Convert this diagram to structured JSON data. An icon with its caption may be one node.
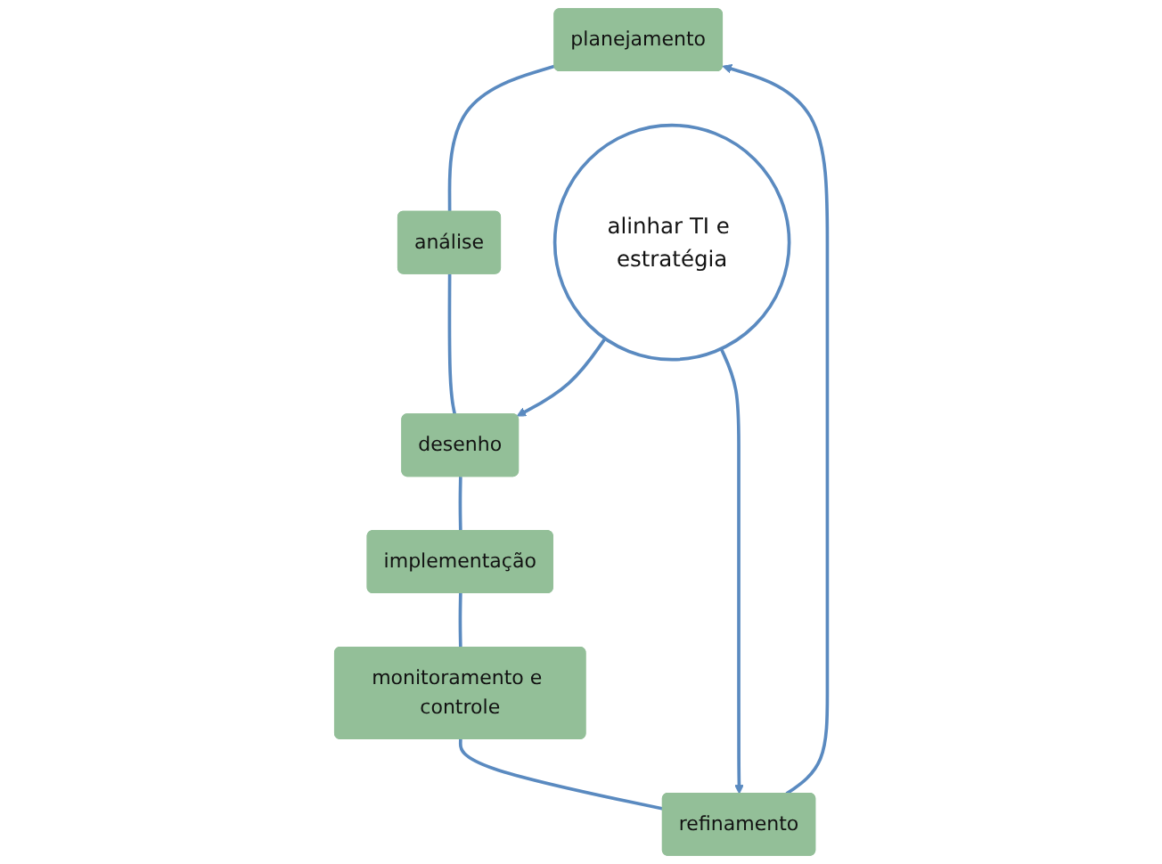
{
  "diagram": {
    "nodes": [
      {
        "text": [
          "planejamento"
        ]
      },
      {
        "text": [
          "análise"
        ]
      },
      {
        "text": [
          "desenho"
        ]
      },
      {
        "text": [
          "implementação"
        ]
      },
      {
        "text": [
          "monitoramento e controle"
        ]
      },
      {
        "text": [
          "refinamento"
        ]
      },
      {
        "text": [
          "alinhar TI e estratégia"
        ]
      }
    ],
    "edges": [
      {
        "from": 5,
        "to": 0,
        "arrow": "to"
      },
      {
        "from": 0,
        "to": 1,
        "arrow": "none"
      },
      {
        "from": 1,
        "to": 2,
        "arrow": "none"
      },
      {
        "from": 2,
        "to": 3,
        "arrow": "none"
      },
      {
        "from": 3,
        "to": 4,
        "arrow": "none"
      },
      {
        "from": 4,
        "to": 5,
        "arrow": "none"
      },
      {
        "from": 6,
        "to": 5,
        "arrow": "to"
      },
      {
        "from": 6,
        "to": 2,
        "arrow": "to"
      }
    ]
  }
}
